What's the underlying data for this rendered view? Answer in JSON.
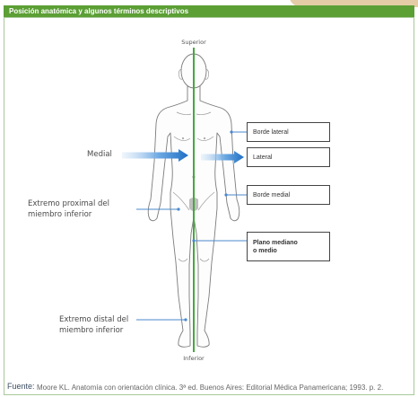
{
  "header": {
    "title": "Posición anatómica y algunos términos descriptivos"
  },
  "diagram": {
    "superior": "Superior",
    "inferior": "Inferior",
    "medial": "Medial",
    "proximal_end": [
      "Extremo proximal del",
      "miembro inferior"
    ],
    "distal_end": [
      "Extremo distal del",
      "miembro inferior"
    ],
    "term_boxes": {
      "lateral_border": "Borde lateral",
      "lateral": "Lateral",
      "medial_border": "Borde medial",
      "median_plane": [
        "Plano mediano",
        "o medio"
      ]
    }
  },
  "footer": {
    "source_label": "Fuente:",
    "citation": "Moore KL. Anatomía con orientación clínica. 3ª ed. Buenos Aires: Editorial Médica Panamericana; 1993. p. 2."
  },
  "colors": {
    "header_background": "#5b9f35",
    "median_plane_line": "#45a842",
    "direction_arrows": "#1f6fc4",
    "pointer_lines": "#4b88cc"
  }
}
